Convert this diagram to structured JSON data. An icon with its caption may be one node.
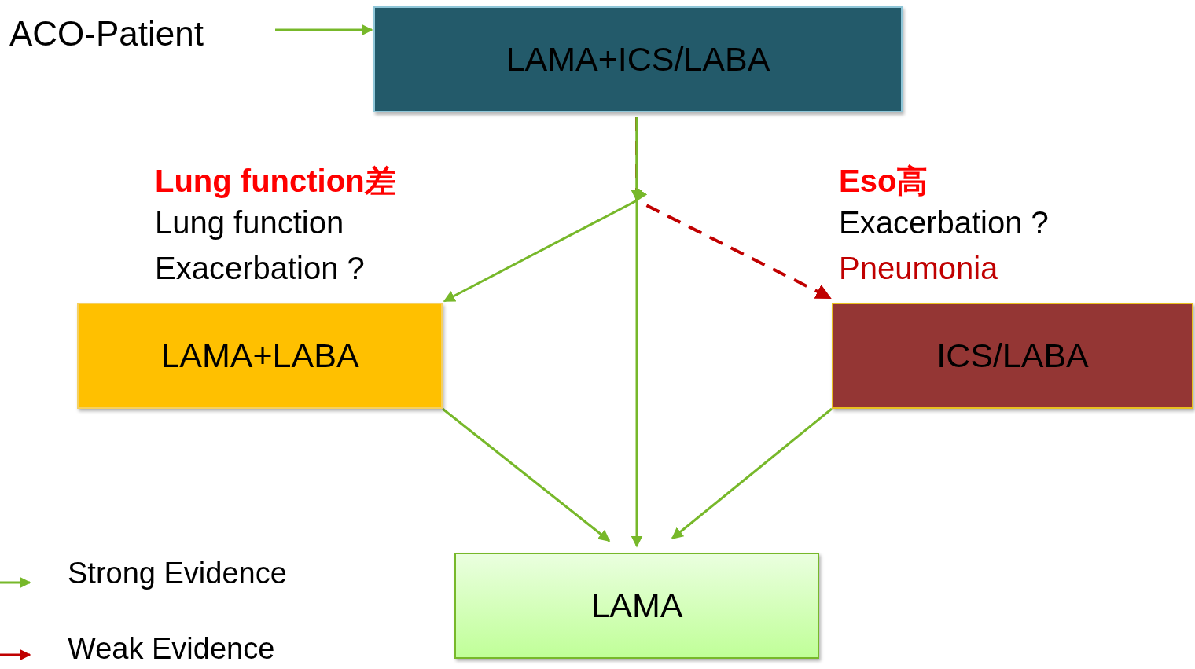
{
  "diagram": {
    "nodes": [
      {
        "text": [
          "ACO-Patient"
        ]
      },
      {
        "text": [
          "LAMA+ICS/LABA"
        ]
      },
      {
        "text": [
          "LAMA+LABA"
        ]
      },
      {
        "text": [
          "ICS/LABA"
        ]
      },
      {
        "text": [
          "LAMA"
        ]
      }
    ],
    "edges": [
      {
        "from": 0,
        "to": 1,
        "arrow": "to"
      },
      {
        "from": 1,
        "to": 2,
        "arrow": "to"
      },
      {
        "from": 1,
        "to": 3,
        "arrow": "to",
        "style": "dashed",
        "color": "#c00000"
      },
      {
        "from": 1,
        "to": 4,
        "arrow": "to"
      },
      {
        "from": 2,
        "to": 4,
        "arrow": "to"
      },
      {
        "from": 3,
        "to": 4,
        "arrow": "to"
      }
    ],
    "labels": [
      "Lung function差",
      "Lung function",
      "Exacerbation ?",
      "Eso高",
      "Exacerbation ?",
      "Pneumonia"
    ],
    "legend": [
      {
        "text": "Strong Evidence"
      },
      {
        "text": "Weak Evidence"
      }
    ]
  }
}
